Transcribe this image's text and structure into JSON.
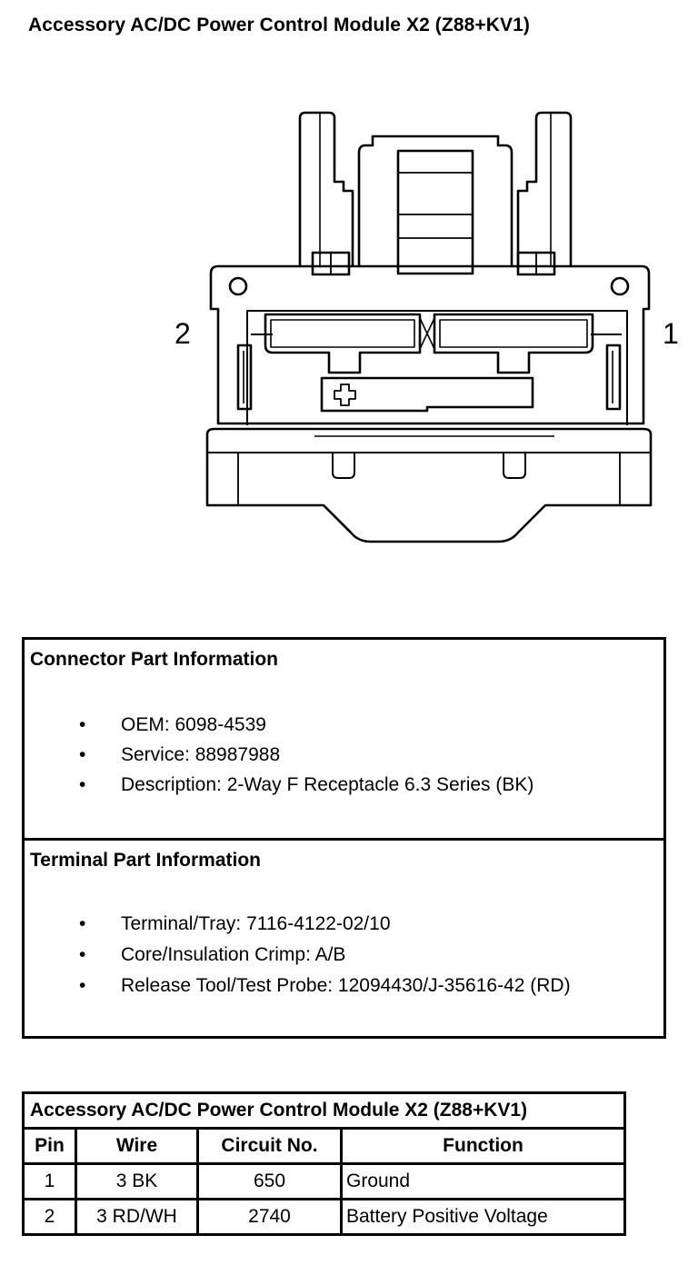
{
  "page_title": "Accessory AC/DC Power Control Module X2 (Z88+KV1)",
  "diagram": {
    "pin_labels": [
      "2",
      "1"
    ]
  },
  "connector_info": {
    "heading": "Connector Part Information",
    "items": [
      "OEM: 6098-4539",
      "Service: 88987988",
      "Description: 2-Way F Receptacle 6.3 Series (BK)"
    ]
  },
  "terminal_info": {
    "heading": "Terminal Part Information",
    "items": [
      "Terminal/Tray: 7116-4122-02/10",
      "Core/Insulation Crimp: A/B",
      "Release Tool/Test Probe: 12094430/J-35616-42 (RD)"
    ]
  },
  "bullet_symbol": "•",
  "pin_table": {
    "caption": "Accessory AC/DC Power Control Module X2 (Z88+KV1)",
    "headers": [
      "Pin",
      "Wire",
      "Circuit No.",
      "Function"
    ],
    "rows": [
      [
        "1",
        "3 BK",
        "650",
        "Ground"
      ],
      [
        "2",
        "3 RD/WH",
        "2740",
        "Battery Positive Voltage"
      ]
    ]
  }
}
